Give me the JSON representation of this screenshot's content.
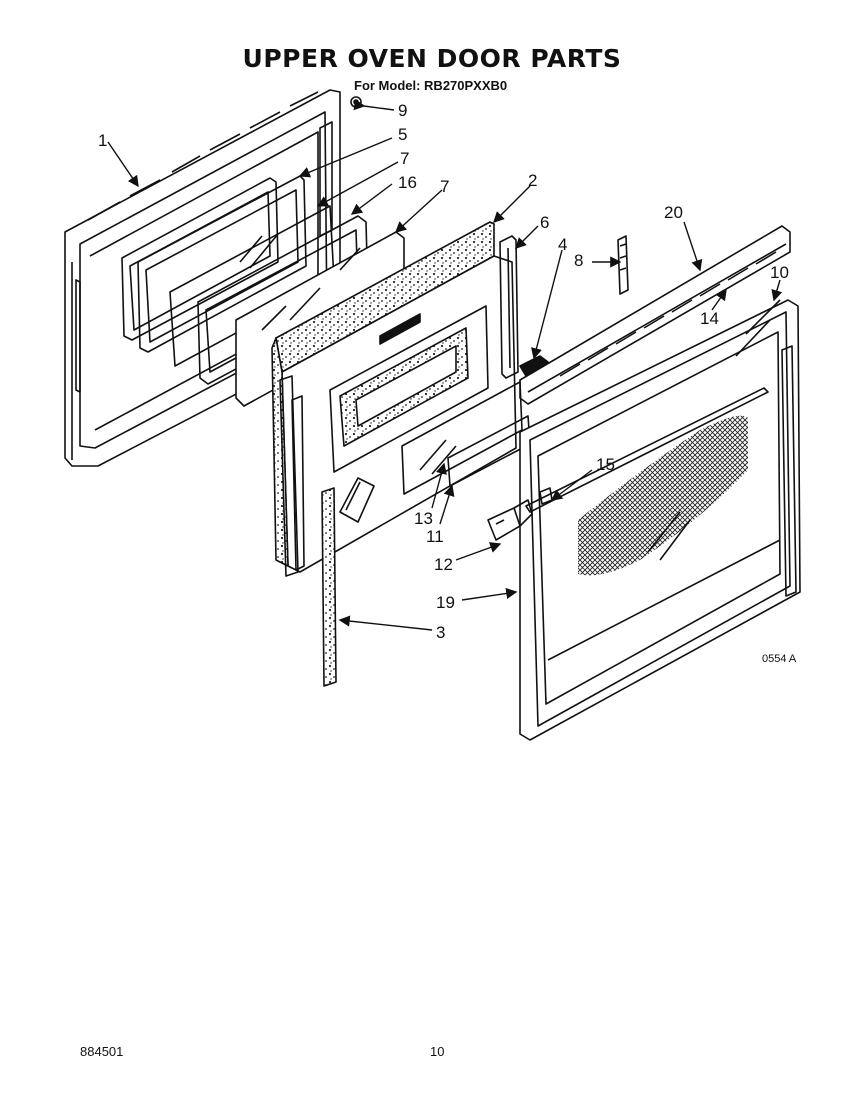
{
  "header": {
    "title": "UPPER OVEN DOOR PARTS",
    "model_line": "For Model: RB270PXXB0"
  },
  "diagram": {
    "callouts": [
      "1",
      "2",
      "3",
      "4",
      "5",
      "6",
      "7",
      "7",
      "8",
      "9",
      "10",
      "11",
      "12",
      "13",
      "14",
      "15",
      "16",
      "19",
      "20"
    ],
    "figure_code": "0554 A"
  },
  "footer": {
    "doc_number": "884501",
    "page_number": "10"
  }
}
